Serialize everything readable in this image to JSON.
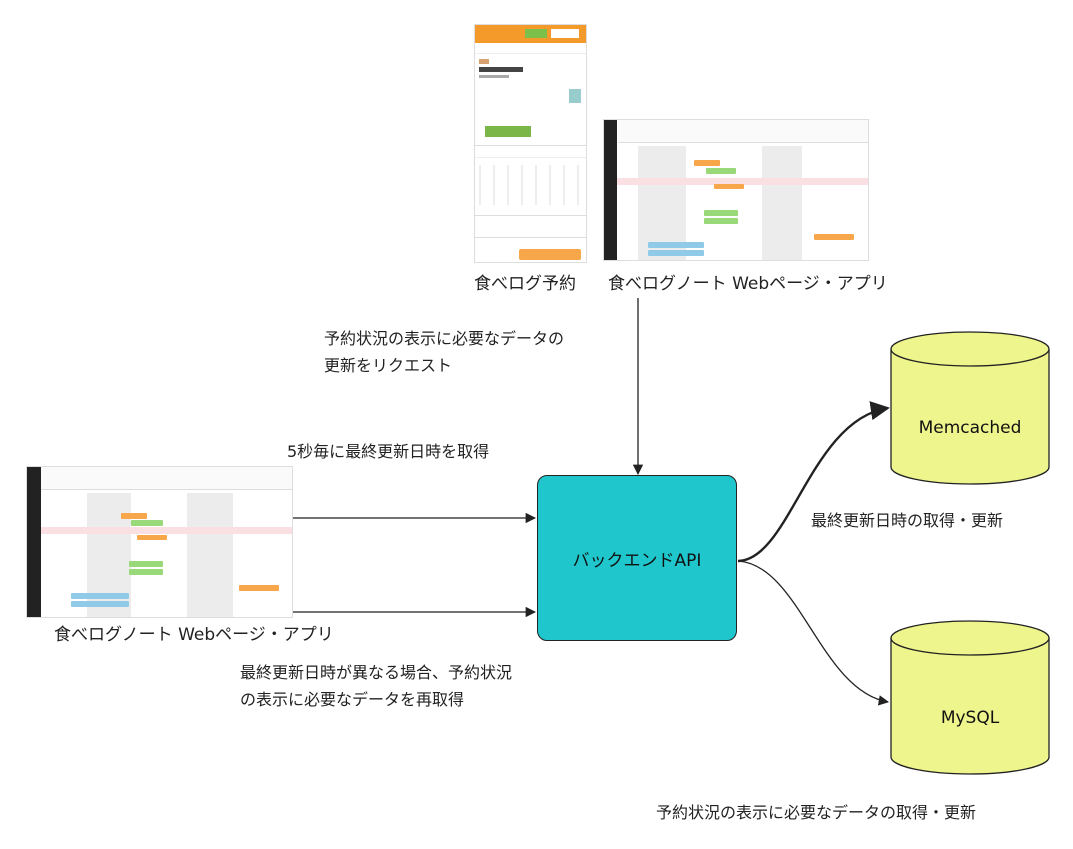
{
  "nodes": {
    "backend": {
      "label": "バックエンドAPI",
      "color": "#1fc6cc"
    },
    "memcached": {
      "label": "Memcached",
      "color": "#eef58d"
    },
    "mysql": {
      "label": "MySQL",
      "color": "#eef58d"
    }
  },
  "captions": {
    "reserve_app": "食べログ予約",
    "note_app_top": "食べログノート Webページ・アプリ",
    "note_app_left": "食べログノート Webページ・アプリ"
  },
  "edges": {
    "request_update_line1": "予約状況の表示に必要なデータの",
    "request_update_line2": "更新をリクエスト",
    "poll_every_5s": "5秒毎に最終更新日時を取得",
    "refetch_line1": "最終更新日時が異なる場合、予約状況",
    "refetch_line2": "の表示に必要なデータを再取得",
    "memcached_edge": "最終更新日時の取得・更新",
    "mysql_edge": "予約状況の表示に必要なデータの取得・更新"
  },
  "colors": {
    "line": "#333333",
    "orange": "#f7a64a",
    "green": "#9ad97a",
    "blue": "#8fcbe8"
  }
}
